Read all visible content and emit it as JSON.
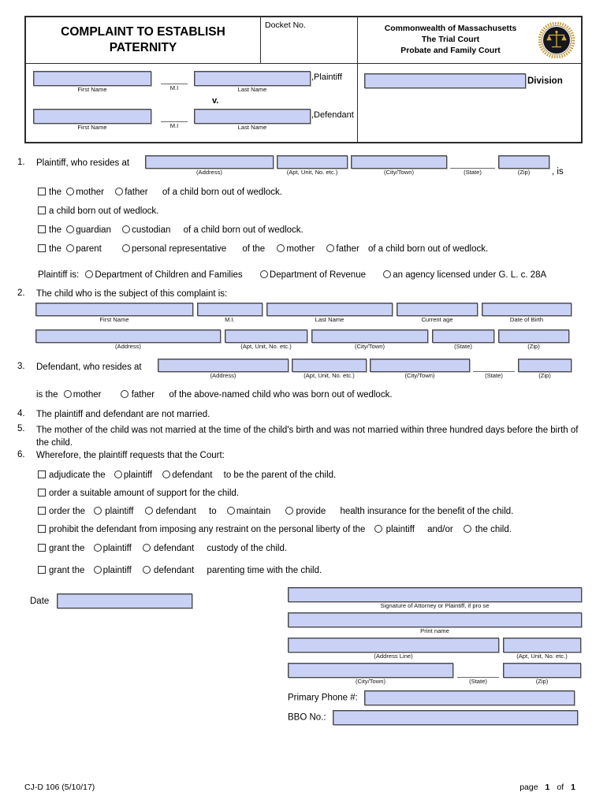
{
  "header": {
    "title": "COMPLAINT TO ESTABLISH PATERNITY",
    "docket_label": "Docket No.",
    "court_line1": "Commonwealth of Massachusetts",
    "court_line2": "The Trial Court",
    "court_line3": "Probate and Family Court",
    "seal_icon": "court-seal-scales-icon",
    "division_label": "Division",
    "versus": "v.",
    "plaintiff_role": ",Plaintiff",
    "defendant_role": ",Defendant",
    "cap_first": "First Name",
    "cap_mi": "M.I",
    "cap_last": "Last Name"
  },
  "captions": {
    "address": "(Address)",
    "apt": "(Apt, Unit, No. etc.)",
    "city": "(City/Town)",
    "state": "(State)",
    "zip": "(Zip)",
    "address_line": "(Address Line)",
    "first_name": "First Name",
    "mi": "M.I.",
    "last_name": "Last Name",
    "current_age": "Current age",
    "dob": "Date of Birth"
  },
  "item1": {
    "num": "1.",
    "text": "Plaintiff, who resides at",
    "tail": ", is",
    "opt_a": {
      "the": "the",
      "r1": "mother",
      "r2": "father",
      "tail": "of a child born out of wedlock."
    },
    "opt_b": {
      "text": "a child born out of wedlock."
    },
    "opt_c": {
      "the": "the",
      "r1": "guardian",
      "r2": "custodian",
      "tail": "of a child born out of wedlock."
    },
    "opt_d": {
      "the": "the",
      "r1": "parent",
      "r2": "personal representative",
      "mid": "of the",
      "r3": "mother",
      "r4": "father",
      "tail": "of a child born out of wedlock."
    },
    "plaintiff_is": {
      "label": "Plaintiff is:",
      "o1": "Department of Children and Families",
      "o2": "Department of Revenue",
      "o3": "an agency licensed under G. L. c. 28A"
    }
  },
  "item2": {
    "num": "2.",
    "text": "The child who is the subject of this complaint is:"
  },
  "item3": {
    "num": "3.",
    "text": "Defendant, who resides at",
    "line2_pre": "is the",
    "r1": "mother",
    "r2": "father",
    "line2_tail": "of the above-named child who was born out of wedlock."
  },
  "item4": {
    "num": "4.",
    "text": "The plaintiff and defendant are not married."
  },
  "item5": {
    "num": "5.",
    "text": "The mother of the child was not married at the time of the child's birth and was not married within three hundred days before the birth of the child."
  },
  "item6": {
    "num": "6.",
    "text": "Wherefore, the plaintiff requests that the Court:",
    "r_a": {
      "pre": "adjudicate the",
      "r1": "plaintiff",
      "r2": "defendant",
      "tail": "to be the parent of the child."
    },
    "r_b": {
      "pre": "order a suitable amount of support for the child."
    },
    "r_c": {
      "pre": "order the",
      "r1": "plaintiff",
      "r2": "defendant",
      "mid": "to",
      "r3": "maintain",
      "r4": "provide",
      "tail": "health insurance for the benefit of the child."
    },
    "r_d": {
      "pre": "prohibit the defendant from imposing any restraint on the personal liberty of the",
      "r1": "plaintiff",
      "mid": "and/or",
      "r2": "the child."
    },
    "r_e": {
      "pre": "grant the",
      "r1": "plaintiff",
      "r2": "defendant",
      "tail": "custody of the child."
    },
    "r_f": {
      "pre": "grant the",
      "r1": "plaintiff",
      "r2": "defendant",
      "tail": "parenting time with the child."
    }
  },
  "signature": {
    "date_label": "Date",
    "cap_signature": "Signature of Attorney or Plaintiff, if pro se",
    "cap_printname": "Print name",
    "phone_label": "Primary Phone #:",
    "bbo_label": "BBO No.:"
  },
  "footer": {
    "form_no": "CJ-D 106 (5/10/17)",
    "page_word": "page",
    "page_num": "1",
    "of_word": "of",
    "page_total": "1"
  },
  "colors": {
    "field_fill": "#c9d2f5",
    "field_border": "#4a4a4a",
    "seal_dark": "#15161f",
    "seal_gold": "#c89b3c"
  }
}
